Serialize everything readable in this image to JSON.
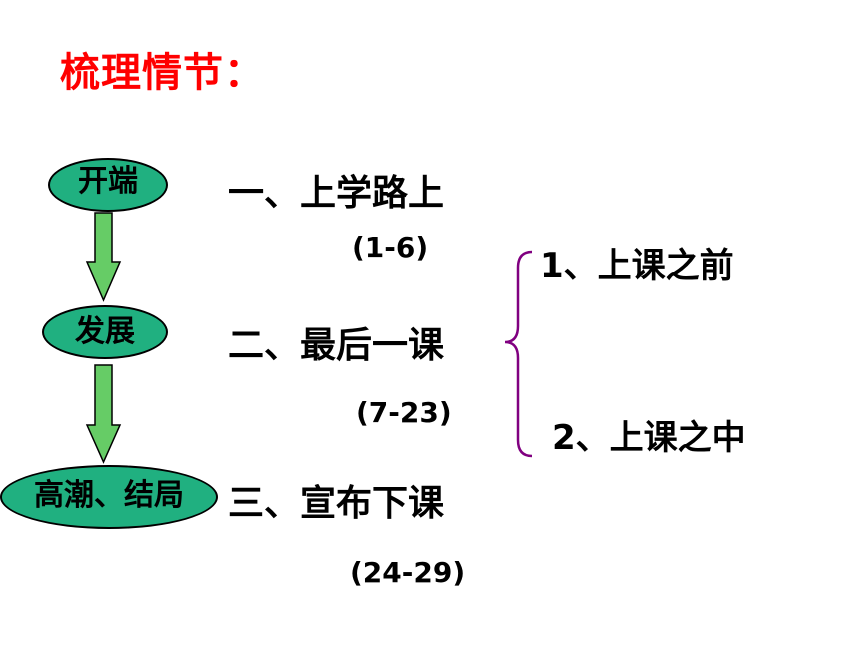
{
  "title": "梳理情节：",
  "stages": [
    "开端",
    "发展",
    "高潮、结局"
  ],
  "sections": [
    {
      "label": "一、上学路上",
      "range": "(1-6)"
    },
    {
      "label": "二、最后一课",
      "range": "(7-23)"
    },
    {
      "label": "三、宣布下课",
      "range": "(24-29)"
    }
  ],
  "subsections": [
    "1、上课之前",
    "2、上课之中"
  ],
  "colors": {
    "title": "#ff0000",
    "stage_fill": "#20b080",
    "arrow_fill": "#66cc66",
    "brace": "#800080"
  }
}
